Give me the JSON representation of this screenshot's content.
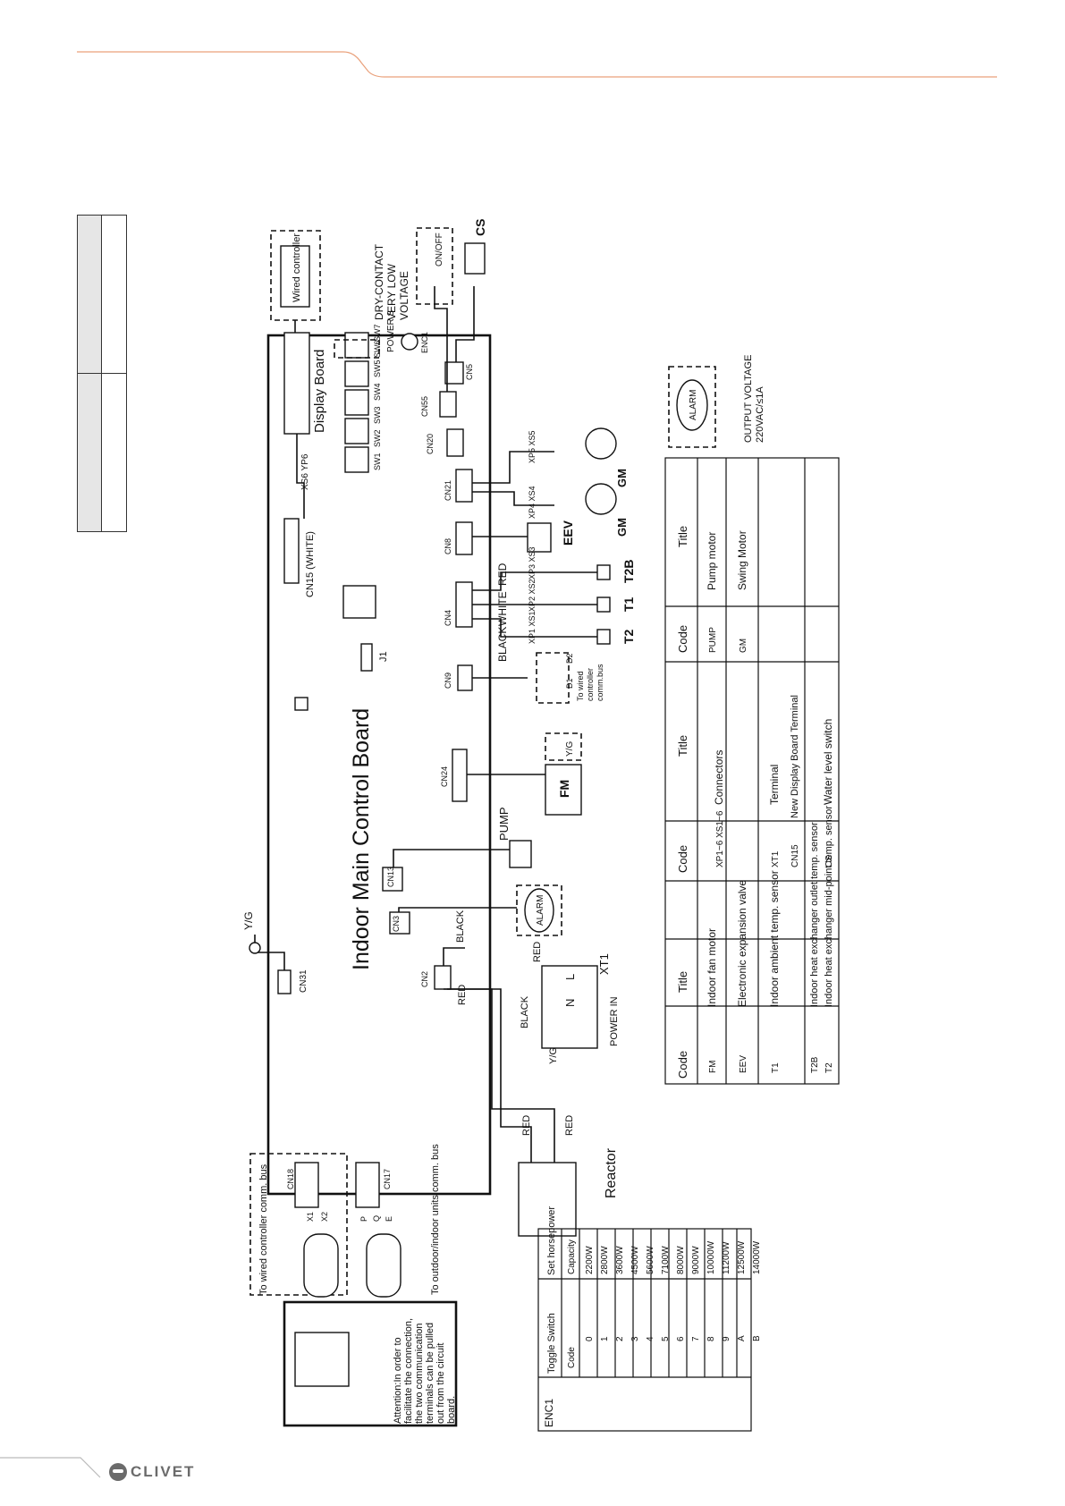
{
  "brand": "CLIVET",
  "board_title": "Indoor Main Control Board",
  "display_board": "Display Board",
  "wired_controller": "Wired controller",
  "dry_contact": [
    "DRY-CONTACT",
    "VERY LOW",
    "VOLTAGE"
  ],
  "output_voltage": [
    "OUTPUT VOLTAGE",
    "220VAC/≤1A"
  ],
  "on_off": "ON/OFF",
  "power_in": "POWER IN",
  "reactor": "Reactor",
  "to_wired_bus": "To wired controller comm. bus",
  "to_outdoor_bus": "To outdoor/indoor units comm. bus",
  "to_wired_small": [
    "To wired",
    "controller",
    "comm.bus"
  ],
  "attention": [
    "Attention:In order to",
    "facilitate the connection,",
    "the two communication",
    "terminals can be pulled",
    "out from the circuit",
    "board."
  ],
  "labels": {
    "cn15": "CN15 (WHITE)",
    "cn31": "CN31",
    "cn2": "CN2",
    "cn3": "CN3",
    "cn13": "CN13",
    "cn24": "CN24",
    "cn9": "CN9",
    "cn4": "CN4",
    "cn8": "CN8",
    "cn21": "CN21",
    "cn20": "CN20",
    "cn55": "CN55",
    "cn5": "CN5",
    "cn18": "CN18",
    "cn17": "CN17",
    "j1": "J1",
    "enc1": "ENC1",
    "power_s": "POWER S",
    "xs6yp6": "XS6 YP6",
    "sw1": "SW1",
    "sw2": "SW2",
    "sw3": "SW3",
    "sw4": "SW4",
    "sw5": "SW5",
    "sw6": "SW6",
    "sw7": "SW7",
    "yg": "Y/G",
    "red": "RED",
    "black": "BLACK",
    "white": "WHITE",
    "pump": "PUMP",
    "alarm": "ALARM",
    "fm": "FM",
    "eev": "EEV",
    "gm": "GM",
    "t1": "T1",
    "t2": "T2",
    "t2b": "T2B",
    "cs": "CS",
    "xt1": "XT1",
    "n": "N",
    "l": "L",
    "x1": "X1",
    "x2": "X2",
    "p": "P",
    "q": "Q",
    "e": "E",
    "d1": "D1",
    "d2": "D2",
    "xp1xs1": "XP1 XS1",
    "xp2xs2": "XP2 XS2",
    "xp3xs3": "XP3 XS3",
    "xp4xs4": "XP4 XS4",
    "xp5xs5": "XP5 XS5"
  },
  "codes_table": {
    "headers": [
      "Code",
      "Title",
      "Code",
      "Title",
      "Code",
      "Title"
    ],
    "col1": [
      {
        "code": "FM",
        "title": "Indoor fan motor"
      },
      {
        "code": "EEV",
        "title": "Electronic expansion valve"
      },
      {
        "code": "T1",
        "title": "Indoor ambient temp. sensor"
      },
      {
        "code": "T2B",
        "title": "Indoor heat exchanger outlet temp. sensor"
      },
      {
        "code": "T2",
        "title": "Indoor heat exchanger mid-point temp. sensor"
      }
    ],
    "col2": [
      {
        "code": "XP1~6 XS1~6",
        "title": "Connectors"
      },
      {
        "code": "XT1",
        "title": "Terminal"
      },
      {
        "code": "CN15",
        "title": "New Display Board Terminal"
      },
      {
        "code": "CS",
        "title": "Water level switch"
      }
    ],
    "col3": [
      {
        "code": "PUMP",
        "title": "Pump motor"
      },
      {
        "code": "GM",
        "title": "Swing Motor"
      }
    ]
  },
  "enc_table": {
    "name": "ENC1",
    "toggle_header": "Toggle Switch",
    "set_header": "Set horsepower",
    "code_header": "Code",
    "capacity_header": "Capacity",
    "rows": [
      {
        "code": "0",
        "capacity": "2200W"
      },
      {
        "code": "1",
        "capacity": "2800W"
      },
      {
        "code": "2",
        "capacity": "3600W"
      },
      {
        "code": "3",
        "capacity": "4500W"
      },
      {
        "code": "4",
        "capacity": "5600W"
      },
      {
        "code": "5",
        "capacity": "7100W"
      },
      {
        "code": "6",
        "capacity": "8000W"
      },
      {
        "code": "7",
        "capacity": "9000W"
      },
      {
        "code": "8",
        "capacity": "10000W"
      },
      {
        "code": "9",
        "capacity": "11200W"
      },
      {
        "code": "A",
        "capacity": "12500W"
      },
      {
        "code": "B",
        "capacity": "14000W"
      }
    ]
  }
}
